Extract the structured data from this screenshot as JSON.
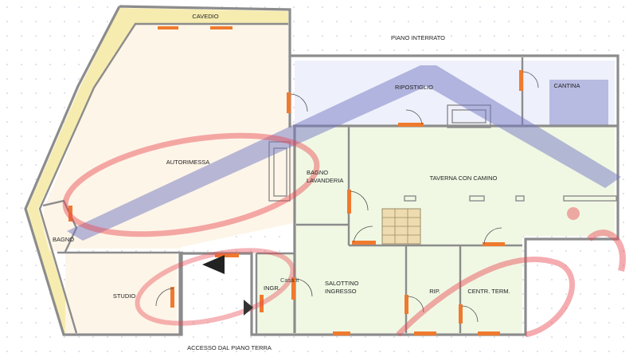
{
  "title": "PIANO INTERRATO",
  "access_label": "ACCESSO DAL PIANO TERRA",
  "watermark_text": "Casa.it",
  "rooms": {
    "cavedio": "CAVEDIO",
    "autorimessa": "AUTORIMESSA",
    "ripostiglio": "RIPOSTIGLIO",
    "cantina": "CANTINA",
    "bagno_lavanderia_1": "BAGNO",
    "bagno_lavanderia_2": "LAVANDERIA",
    "taverna": "TAVERNA CON CAMINO",
    "bagno": "BAGNO",
    "studio": "STUDIO",
    "ingr": "INGR.",
    "salottino_1": "SALOTTINO",
    "salottino_2": "INGRESSO",
    "rip": "RIP.",
    "centr_term": "CENTR. TERM."
  },
  "colors": {
    "wall": "#8c8c8c",
    "cavedio_fill": "#f7ecb0",
    "garage_fill": "#fdf5e8",
    "storage_fill": "#eef0fb",
    "cellar_fill": "#9fa3d6",
    "living_fill": "#f0f8e4",
    "door": "#ef7a2e",
    "logo_red": "#e9474f",
    "logo_blue": "#7478c2"
  }
}
